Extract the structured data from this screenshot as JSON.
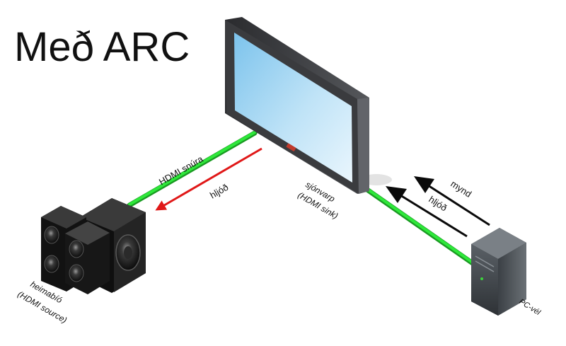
{
  "title": "Með ARC",
  "labels": {
    "cable": "HDMI snúra",
    "audio_red": "hljóð",
    "tv_line1": "sjónvarp",
    "tv_line2": "(HDMI sink)",
    "home_line1": "heimabíó",
    "home_line2": "(HDMI source)",
    "arrow_video": "mynd",
    "arrow_audio": "hljóð",
    "pc": "PC-vél"
  },
  "colors": {
    "cable_green": "#2ee83a",
    "audio_arrow_red": "#e01818",
    "arrow_black": "#0a0a0a",
    "tv_frame": "#3a3b3e",
    "tv_screen_light": "#eaf6fd",
    "tv_screen_dark": "#7cc3ec",
    "speaker_body": "#1c1c1c",
    "pc_case": "#3f4448"
  },
  "icons": [
    "tv-icon",
    "speaker-system-icon",
    "pc-tower-icon"
  ]
}
